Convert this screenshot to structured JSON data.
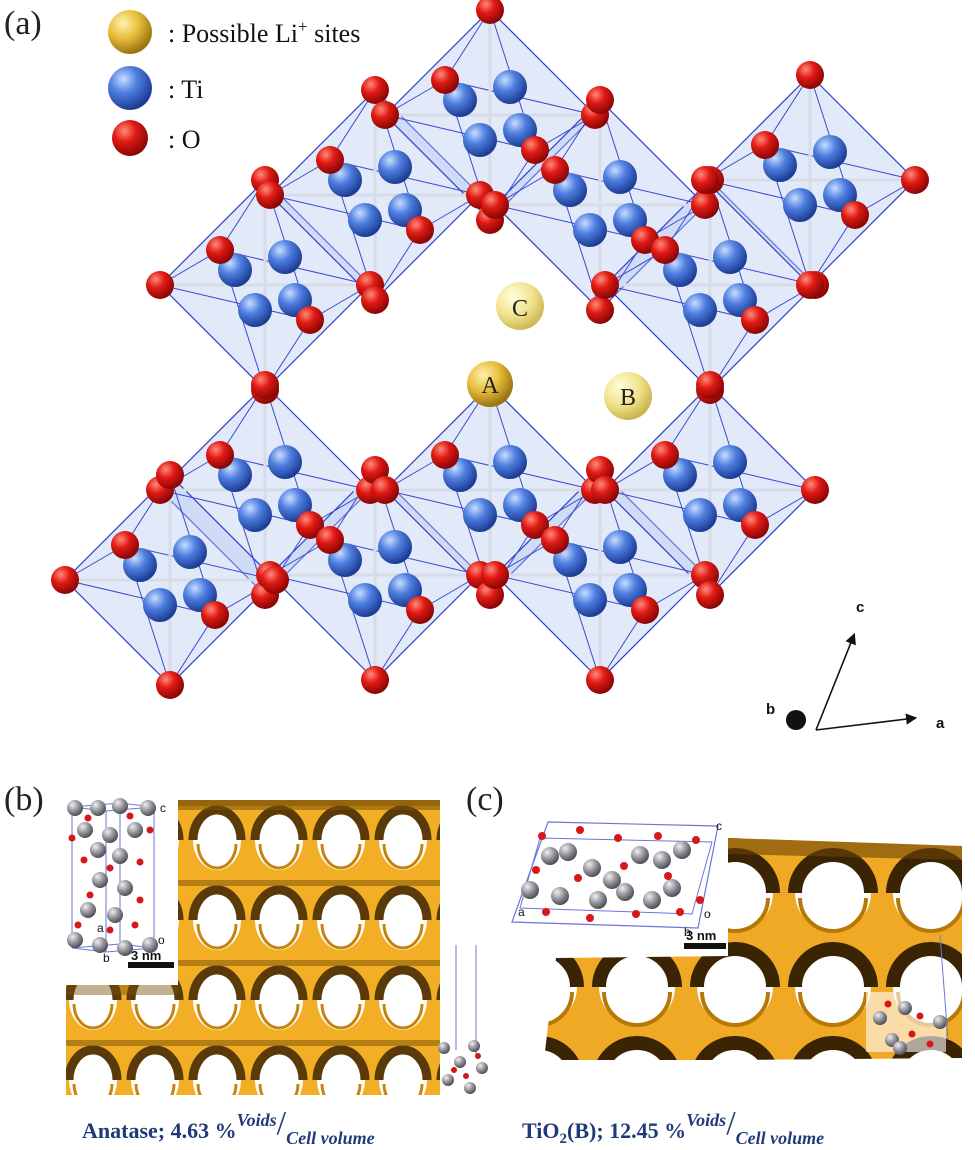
{
  "panel_labels": {
    "a": "(a)",
    "b": "(b)",
    "c": "(c)"
  },
  "legend": [
    {
      "text": ": Possible Li",
      "sup": "+",
      "text_after": " sites",
      "symbol": "li-site",
      "color": "#e6c040"
    },
    {
      "text": ": Ti",
      "symbol": "ti-atom",
      "color": "#4a78d8"
    },
    {
      "text": ": O",
      "symbol": "o-atom",
      "color": "#d81818"
    }
  ],
  "sites": [
    "A",
    "B",
    "C"
  ],
  "axes_a": {
    "c": "c",
    "a": "a",
    "b": "b"
  },
  "colors": {
    "oxygen": "#d81818",
    "titanium": "#4a78d8",
    "li_site": "#e6c040",
    "void": "#f0a81c",
    "caption": "#1f3a78",
    "octahedra": "#2e3ec8"
  },
  "inset_b": {
    "labels": {
      "c": "c",
      "a": "a",
      "b": "b",
      "o": "o"
    },
    "scale": "3 nm"
  },
  "inset_c": {
    "labels": {
      "c": "c",
      "a": "a",
      "b": "b",
      "o": "o"
    },
    "scale": "3 nm"
  },
  "captions": {
    "b": {
      "prefix": "Anatase; 4.63 %",
      "sup": "Voids",
      "slash": "/",
      "sub": "Cell volume"
    },
    "c": {
      "prefix_1": "TiO",
      "prefix_sub": "2",
      "prefix_2": "(B); 12.45 %",
      "sup": "Voids",
      "slash": "/",
      "sub": "Cell volume"
    }
  }
}
